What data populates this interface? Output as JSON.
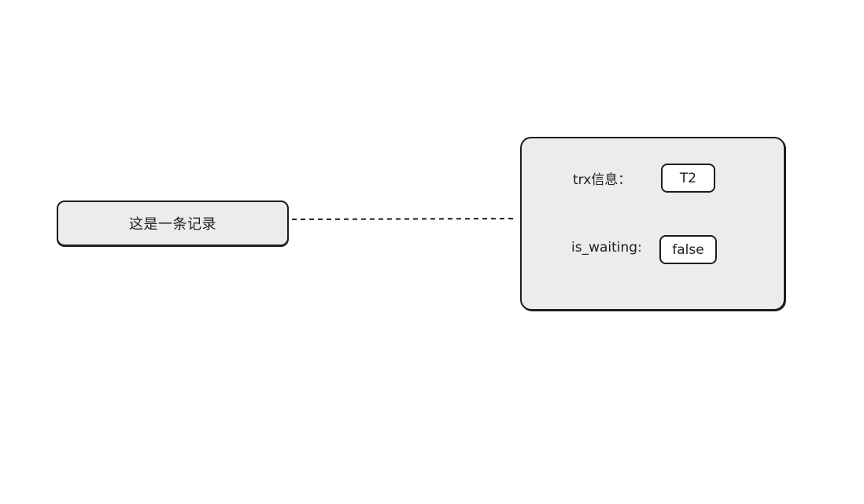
{
  "diagram": {
    "record": {
      "label": "这是一条记录"
    },
    "connector": {
      "style": "dashed"
    },
    "lock_struct": {
      "fields": [
        {
          "label": "trx信息：",
          "value": "T2"
        },
        {
          "label": "is_waiting:",
          "value": "false"
        }
      ]
    }
  },
  "colors": {
    "box_fill": "#ececee",
    "stroke": "#1e1e1e",
    "value_fill": "#ffffff"
  }
}
